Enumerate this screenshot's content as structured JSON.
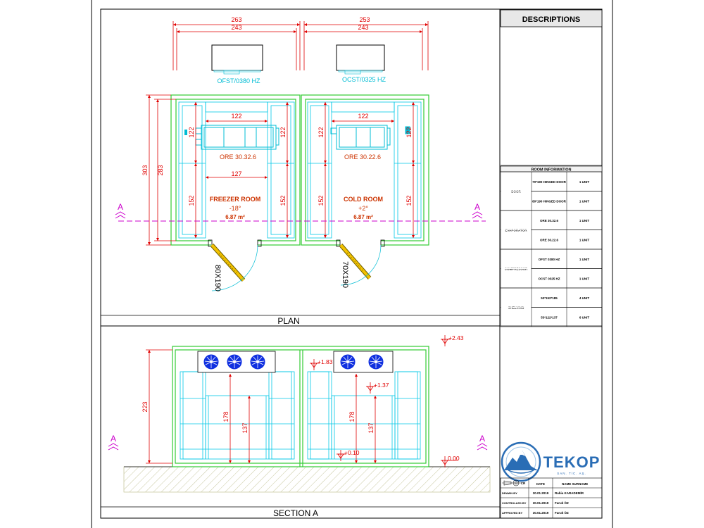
{
  "titles": {
    "descriptions": "DESCRIPTIONS",
    "plan": "PLAN",
    "section": "SECTION A"
  },
  "colors": {
    "wall": "#33cc33",
    "dimension": "#e00000",
    "equipment_text": "#00bcd4",
    "room_text": "#cc3300",
    "shelving": "#00c8e6",
    "fan": "#1030e0",
    "section_line": "#cc00cc",
    "ground": "#c8c8a0"
  },
  "plan": {
    "dims_top": [
      "263",
      "243",
      "253",
      "243"
    ],
    "compressors": [
      "OFST/0380 HZ",
      "OCST/0325 HZ"
    ],
    "dims_left": [
      "303",
      "283"
    ],
    "dims_rooms": [
      "122",
      "122",
      "127",
      "152",
      "152",
      "122",
      "122",
      "122",
      "152",
      "152"
    ],
    "evaporators": [
      "ORE 30.32.6",
      "ORE 30.22.6"
    ],
    "rooms": [
      {
        "name": "FREEZER ROOM",
        "temp": "-18°",
        "area": "6.87 m²"
      },
      {
        "name": "COLD ROOM",
        "temp": "+2°",
        "area": "6.87 m²"
      }
    ],
    "doors": [
      "80X190",
      "70X190"
    ],
    "section_mark": "A"
  },
  "section": {
    "dims": [
      "223",
      "178",
      "137",
      "178",
      "137"
    ],
    "levels": [
      "+2.43",
      "+1.83",
      "+1.37",
      "+0.10",
      "0.00"
    ],
    "section_mark": "A"
  },
  "room_info": {
    "title": "ROOM INFORMATION",
    "rows": [
      {
        "group": "DOOR",
        "item": "70*190 HINGED DOOR",
        "qty": "1 UNIT"
      },
      {
        "group": "",
        "item": "80*190 HINGED DOOR",
        "qty": "1 UNIT"
      },
      {
        "group": "EVAPORATOR",
        "item": "ORE 30.32.6",
        "qty": "1 UNIT"
      },
      {
        "group": "",
        "item": "ORE 30.22.6",
        "qty": "1 UNIT"
      },
      {
        "group": "COMPRESSOR",
        "item": "OFST 0380 HZ",
        "qty": "1 UNIT"
      },
      {
        "group": "",
        "item": "OCST 0325 HZ",
        "qty": "1 UNIT"
      },
      {
        "group": "SHELVING",
        "item": "53*152*185",
        "qty": "4 UNIT"
      },
      {
        "group": "",
        "item": "53*122*137",
        "qty": "6 UNIT"
      }
    ]
  },
  "logo": {
    "name": "TEKOP",
    "sub": "SAN. TİC. AŞ."
  },
  "title_block": {
    "headers": [
      "CR",
      "DATE",
      "NAME SURNAME"
    ],
    "rows": [
      {
        "role": "DRAWN BY",
        "date": "30.01.2019",
        "name": "Rabia KARADEMİR"
      },
      {
        "role": "CONTROLLED BY",
        "date": "30.01.2019",
        "name": "Faruk ÖZ"
      },
      {
        "role": "APPROVED BY",
        "date": "30.01.2019",
        "name": "Faruk ÖZ"
      }
    ]
  }
}
